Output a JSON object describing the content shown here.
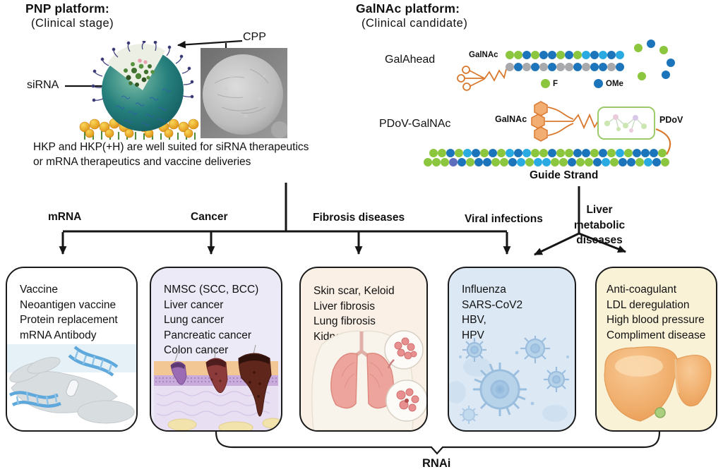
{
  "pnp": {
    "title": "PNP platform:",
    "subtitle": "(Clinical stage)",
    "sirna_label": "siRNA",
    "cpp_label": "CPP",
    "caption_line1": "HKP and HKP(+H) are well suited for siRNA therapeutics",
    "caption_line2": "or mRNA therapeutics and vaccine deliveries"
  },
  "galnac": {
    "title": "GalNAc platform:",
    "subtitle": "(Clinical candidate)",
    "galahead": {
      "label": "GalAhead",
      "galnac_label": "GalNAc",
      "legend": [
        {
          "color_key": "g",
          "label": "F"
        },
        {
          "color_key": "b",
          "label": "OMe"
        }
      ],
      "top_row": [
        "g",
        "g",
        "b",
        "g",
        "b",
        "b",
        "g",
        "b",
        "g",
        "c",
        "b",
        "c",
        "b",
        "c"
      ],
      "bottom_row": [
        "y",
        "b",
        "y",
        "b",
        "y",
        "b",
        "y",
        "y",
        "b",
        "y",
        "b",
        "b",
        "y",
        "b"
      ],
      "loop": [
        "g",
        "b",
        "g",
        "b",
        "b",
        "g"
      ]
    },
    "pdov": {
      "label": "PDoV-GalNAc",
      "galnac_label": "GalNAc",
      "pdov_label": "PDoV",
      "guide_strand_label": "Guide Strand",
      "top_row": [
        "g",
        "g",
        "b",
        "g",
        "c",
        "b",
        "g",
        "b",
        "g",
        "c",
        "b",
        "c",
        "g",
        "g",
        "b",
        "g",
        "g",
        "b",
        "b",
        "g",
        "b",
        "g",
        "c",
        "g",
        "b",
        "b",
        "b",
        "g"
      ],
      "bottom_row": [
        "g",
        "g",
        "g",
        "p",
        "b",
        "g",
        "b",
        "b",
        "g",
        "g",
        "b",
        "c",
        "g",
        "c",
        "c",
        "g",
        "g",
        "b",
        "g",
        "g",
        "b",
        "c",
        "g",
        "b",
        "b",
        "g",
        "c",
        "b",
        "g"
      ]
    }
  },
  "branches": [
    {
      "label": "mRNA"
    },
    {
      "label": "Cancer"
    },
    {
      "label": "Fibrosis diseases"
    },
    {
      "label": "Viral infections"
    },
    {
      "label": "Liver metabolic diseases"
    }
  ],
  "boxes": [
    {
      "name": "mrna-applications",
      "bg": "#ffffff",
      "items": [
        "Vaccine",
        "Neoantigen vaccine",
        "Protein replacement",
        "mRNA Antibody"
      ]
    },
    {
      "name": "cancer-applications",
      "bg": "#edeaf7",
      "items": [
        "NMSC (SCC, BCC)",
        "Liver cancer",
        "Lung cancer",
        "Pancreatic cancer",
        "Colon cancer"
      ]
    },
    {
      "name": "fibrosis-applications",
      "bg": "#faf0e6",
      "items": [
        "Skin scar, Keloid",
        "Liver fibrosis",
        "Lung fibrosis",
        "Kidney fibrosis"
      ]
    },
    {
      "name": "viral-applications",
      "bg": "#dce9f5",
      "items": [
        "Influenza",
        "SARS-CoV2",
        "HBV,",
        "HPV"
      ]
    },
    {
      "name": "liver-metabolic-applications",
      "bg": "#faf2d7",
      "items": [
        "Anti-coagulant",
        "LDL deregulation",
        "High blood pressure",
        "Compliment disease"
      ]
    }
  ],
  "rnai_label": "RNAi",
  "colors": {
    "beads": {
      "g": "#8CC63E",
      "b": "#1C75BB",
      "c": "#29ABE2",
      "y": "#A7A9AC",
      "p": "#5F6DBE"
    },
    "orange_linker": "#D9782D",
    "line": "#151515",
    "pdov_box_border": "#9CCB6A"
  }
}
